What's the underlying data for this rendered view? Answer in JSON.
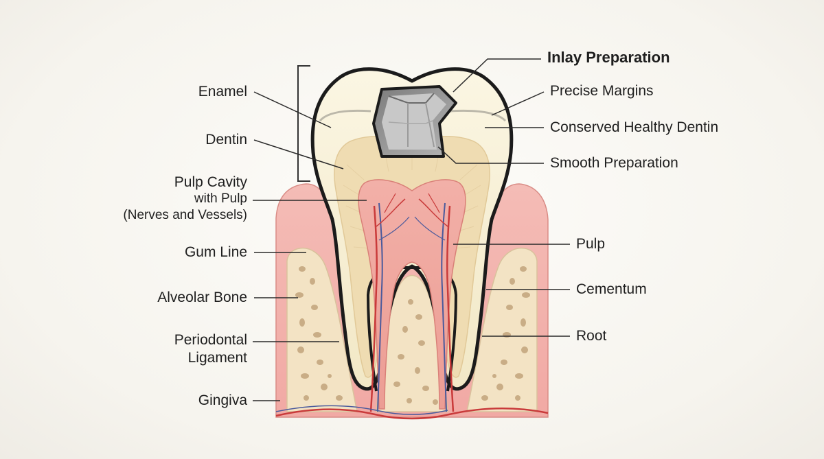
{
  "left_labels": {
    "enamel": "Enamel",
    "dentin": "Dentin",
    "pulp_cavity_line1": "Pulp Cavity",
    "pulp_cavity_line2": "with Pulp",
    "pulp_cavity_line3": "(Nerves and Vessels)",
    "gum_line": "Gum Line",
    "alveolar_bone": "Alveolar Bone",
    "periodontal_line1": "Periodontal",
    "periodontal_line2": "Ligament",
    "gingiva": "Gingiva"
  },
  "right_labels": {
    "inlay_preparation": "Inlay Preparation",
    "precise_margins": "Precise Margins",
    "conserved_dentin": "Conserved Healthy Dentin",
    "smooth_preparation": "Smooth Preparation",
    "pulp": "Pulp",
    "cementum": "Cementum",
    "root": "Root"
  },
  "colors": {
    "background": "#f6f4ee",
    "gum": "#f0a7a3",
    "gum_light": "#f6c9c2",
    "bone": "#f3e3c4",
    "bone_pore": "#c9ad86",
    "enamel": "#f6efd4",
    "dentin": "#efdcb2",
    "pulp": "#f0a8a0",
    "outline": "#1b1b1b",
    "inlay": "#8c8c8c",
    "artery": "#c93a3a",
    "vein": "#4a5a9c"
  }
}
